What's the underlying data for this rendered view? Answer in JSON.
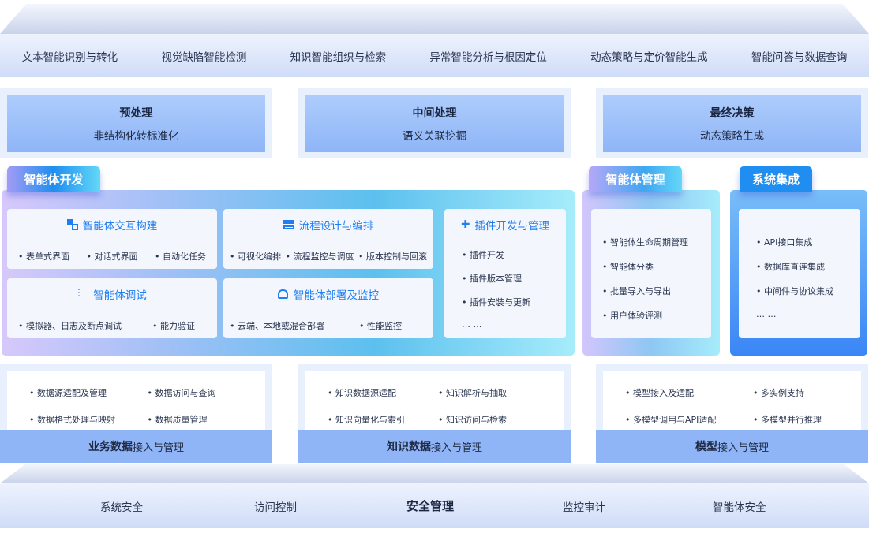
{
  "top": {
    "items": [
      "文本智能识别与转化",
      "视觉缺陷智能检测",
      "知识智能组织与检索",
      "异常智能分析与根因定位",
      "动态策略与定价智能生成",
      "智能问答与数据查询"
    ]
  },
  "processing": [
    {
      "title": "预处理",
      "desc": "非结构化转标准化"
    },
    {
      "title": "中间处理",
      "desc": "语义关联挖掘"
    },
    {
      "title": "最终决策",
      "desc": "动态策略生成"
    }
  ],
  "dev": {
    "tab": "智能体开发",
    "cards": [
      {
        "title": "智能体交互构建",
        "icon": "interaction-build-icon",
        "items": [
          "表单式界面",
          "对话式界面",
          "自动化任务"
        ]
      },
      {
        "title": "流程设计与编排",
        "icon": "workflow-icon",
        "items": [
          "可视化编排",
          "流程监控与调度",
          "版本控制与回滚"
        ]
      },
      {
        "title": "智能体调试",
        "icon": "sliders-icon",
        "items": [
          "模拟器、日志及断点调试",
          "能力验证"
        ]
      },
      {
        "title": "智能体部署及监控",
        "icon": "gauge-icon",
        "items": [
          "云端、本地或混合部署",
          "性能监控"
        ]
      },
      {
        "title": "插件开发与管理",
        "icon": "puzzle-icon",
        "items": [
          "插件开发",
          "插件版本管理",
          "插件安装与更新"
        ],
        "more": "… …"
      }
    ]
  },
  "mgmt": {
    "tab": "智能体管理",
    "items": [
      "智能体生命周期管理",
      "智能体分类",
      "批量导入与导出",
      "用户体验评测"
    ]
  },
  "integration": {
    "tab": "系统集成",
    "items": [
      "API接口集成",
      "数据库直连集成",
      "中间件与协议集成"
    ],
    "more": "… …"
  },
  "data": [
    {
      "items": [
        "数据源适配及管理",
        "数据访问与查询",
        "数据格式处理与映射",
        "数据质量管理"
      ],
      "label_bold": "业务数据",
      "label_rest": "接入与管理"
    },
    {
      "items": [
        "知识数据源适配",
        "知识解析与抽取",
        "知识向量化与索引",
        "知识访问与检索"
      ],
      "label_bold": "知识数据",
      "label_rest": "接入与管理"
    },
    {
      "items": [
        "模型接入及适配",
        "多实例支持",
        "多模型调用与API适配",
        "多模型并行推理"
      ],
      "label_bold": "模型",
      "label_rest": "接入与管理"
    }
  ],
  "security": {
    "items": [
      "系统安全",
      "访问控制",
      "安全管理",
      "监控审计",
      "智能体安全"
    ]
  },
  "colors": {
    "accent": "#1f7ef0",
    "proc": "#9dc0fa",
    "data_label": "#8fb5f7"
  }
}
